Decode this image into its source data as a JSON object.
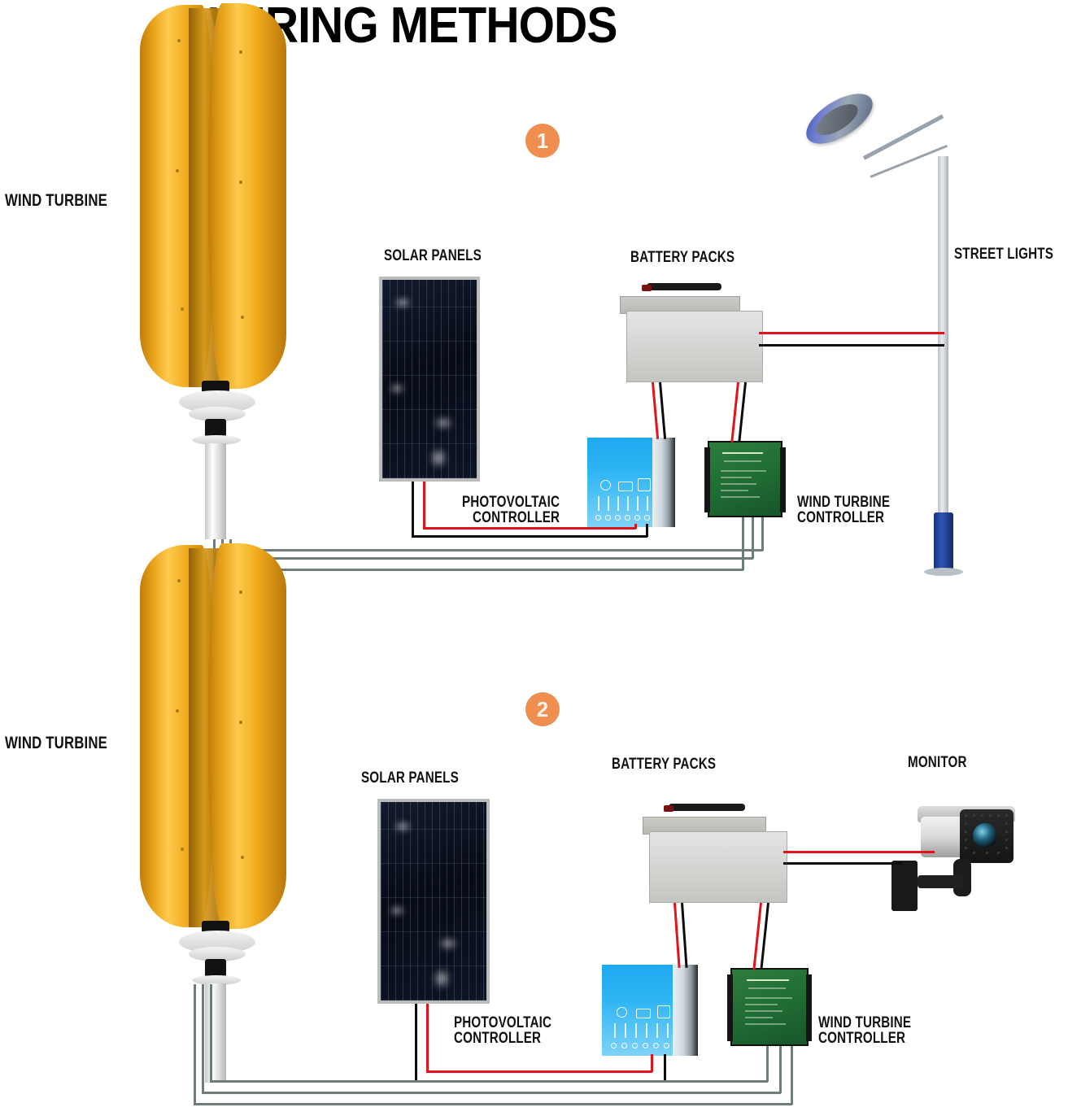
{
  "title": "WIRING METHODS",
  "diagrams": [
    {
      "badge": "1",
      "labels": {
        "wind_turbine": "WIND TURBINE",
        "solar_panels": "SOLAR PANELS",
        "battery_packs": "BATTERY PACKS",
        "photovoltaic_controller": "PHOTOVOLTAIC\nCONTROLLER",
        "wind_turbine_controller": "WIND TURBINE\nCONTROLLER",
        "load": "STREET LIGHTS"
      }
    },
    {
      "badge": "2",
      "labels": {
        "wind_turbine": "WIND TURBINE",
        "solar_panels": "SOLAR PANELS",
        "battery_packs": "BATTERY PACKS",
        "photovoltaic_controller": "PHOTOVOLTAIC\nCONTROLLER",
        "wind_turbine_controller": "WIND TURBINE\nCONTROLLER",
        "load": "MONITOR"
      }
    }
  ],
  "colors": {
    "badge_fill": "#ef8e4e",
    "badge_text": "#fdf3ea",
    "wire_positive": "#e2141b",
    "wire_negative": "#0c0c0c",
    "wire_ac_phase": "#6e7d77",
    "turbine_blade": "#f0ab1d",
    "pv_controller": "#2fb6f4",
    "wind_controller": "#1f6b33",
    "solar_panel": "#0a0f1c",
    "battery_case": "#d3d4d1",
    "street_light_base": "#2f55b5",
    "title_text": "#000000"
  },
  "icons": {
    "badge_one": "circled-number-icon",
    "badge_two": "circled-number-icon",
    "pv_solar": "solar-icon",
    "pv_battery": "battery-icon",
    "pv_load": "load-icon"
  }
}
